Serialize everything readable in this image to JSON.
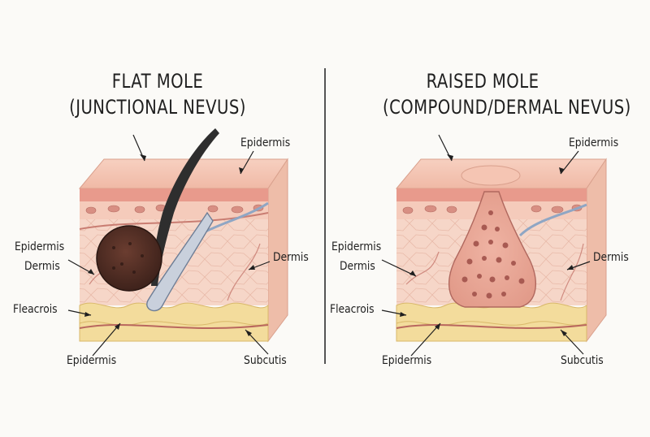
{
  "left_panel": {
    "title_line1": "FLAT MOLE",
    "title_line2": "(JUNCTIONAL NEVUS)",
    "labels": {
      "epidermis_top": "Epidermis",
      "epidermis_side": "Epidermis",
      "dermis_side": "Dermis",
      "dermis_right": "Dermis",
      "fleacrois": "Fleacrois",
      "epidermis_bottom": "Epidermis",
      "subcutis": "Subcutis"
    }
  },
  "right_panel": {
    "title_line1": "RAISED MOLE",
    "title_line2": "(COMPOUND/DERMAL NEVUS)",
    "labels": {
      "epidermis_top": "Epidermis",
      "epidermis_side": "Epidermis",
      "dermis_side": "Dermis",
      "dermis_right": "Dermis",
      "fleacrois": "Fleacrois",
      "epidermis_bottom": "Epidermis",
      "subcutis": "Subcutis"
    }
  },
  "colors": {
    "skin_surface": "#f3c2b0",
    "epidermis_band": "#e89a8c",
    "dermis": "#f6d6c8",
    "subcutis_fat": "#f3dc9c",
    "mole_dark": "#4a2a22",
    "nevus_cells": "#b0685e",
    "hair": "#2e2e2e"
  }
}
